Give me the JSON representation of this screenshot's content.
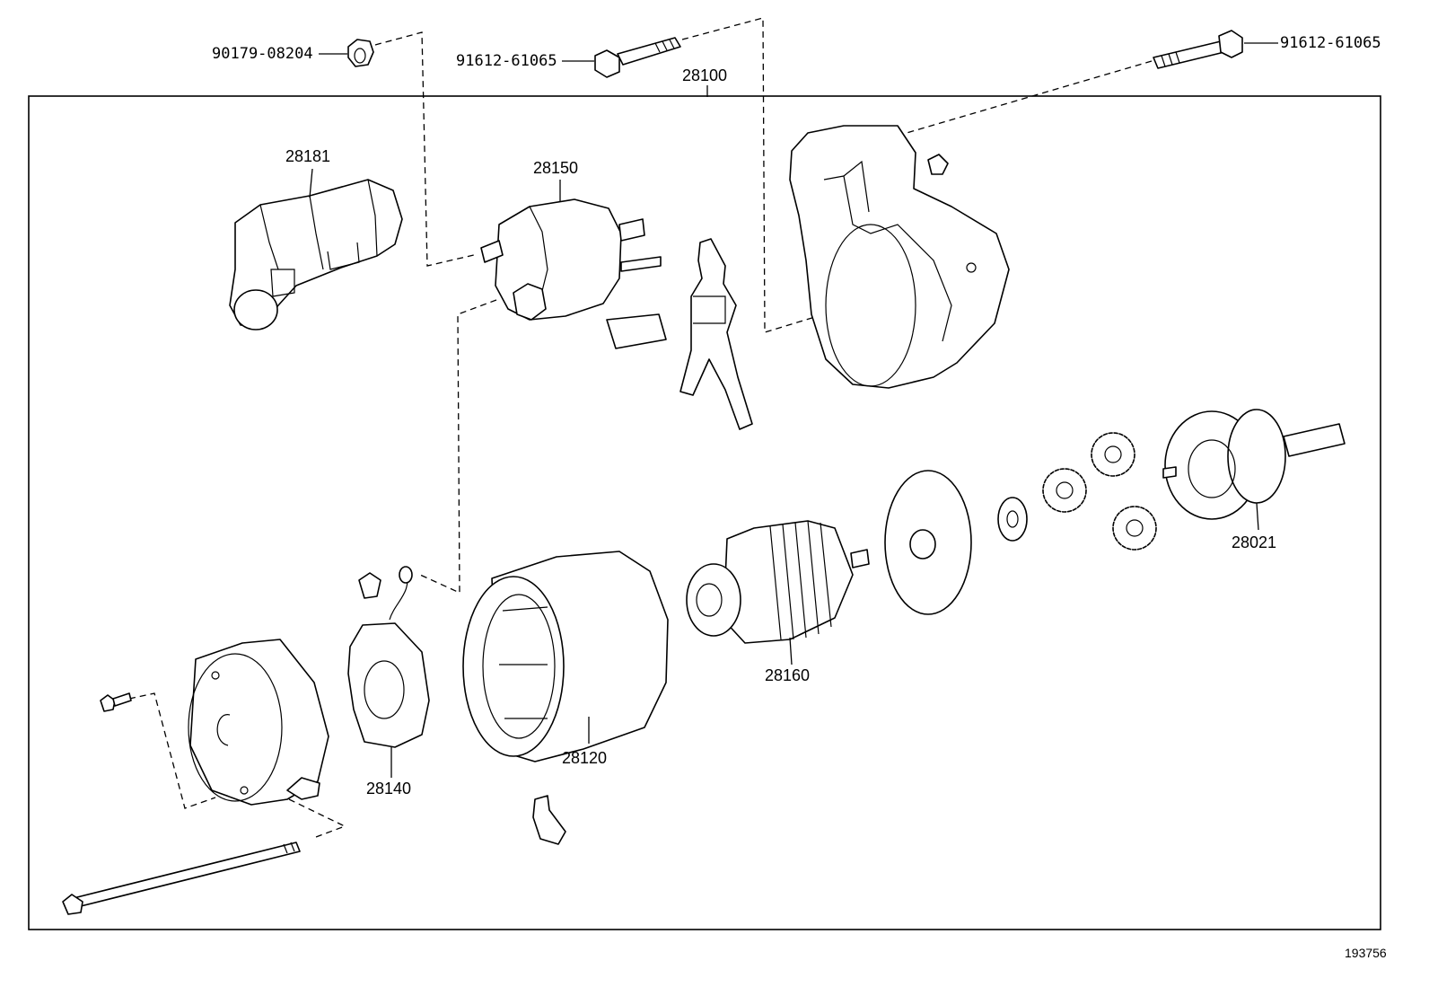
{
  "figure_id": "193756",
  "assembly_label": "28100",
  "parts": [
    {
      "id": "28181",
      "label": "28181"
    },
    {
      "id": "28150",
      "label": "28150"
    },
    {
      "id": "28021",
      "label": "28021"
    },
    {
      "id": "28160",
      "label": "28160"
    },
    {
      "id": "28120",
      "label": "28120"
    },
    {
      "id": "28140",
      "label": "28140"
    }
  ],
  "fasteners": {
    "nut_label": "90179-08204",
    "bolt_left_label": "91612-61065",
    "bolt_right_label": "91612-61065"
  }
}
